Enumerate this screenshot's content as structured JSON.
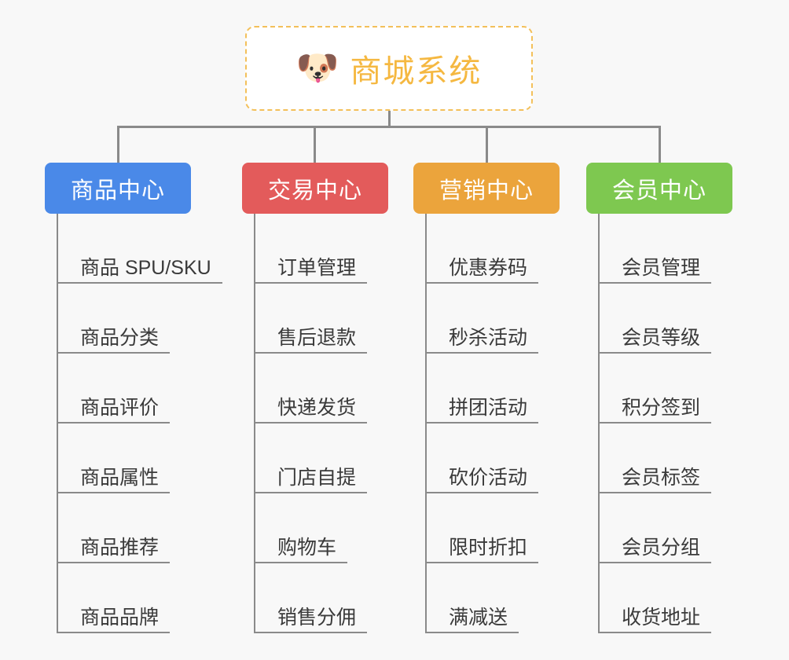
{
  "background_color": "#f8f8f8",
  "connector_color": "#8a8a8a",
  "root": {
    "icon": "dog-face-emoji",
    "emoji": "🐶",
    "title": "商城系统",
    "text_color": "#f5b841",
    "border_color": "#f3c05a",
    "fill_color": "#ffffff"
  },
  "branches": [
    {
      "id": "product-center",
      "label": "商品中心",
      "color": "#4a89e8",
      "items": [
        {
          "label": "商品 SPU/SKU"
        },
        {
          "label": "商品分类"
        },
        {
          "label": "商品评价"
        },
        {
          "label": "商品属性"
        },
        {
          "label": "商品推荐"
        },
        {
          "label": "商品品牌"
        }
      ]
    },
    {
      "id": "trade-center",
      "label": "交易中心",
      "color": "#e35b5b",
      "items": [
        {
          "label": "订单管理"
        },
        {
          "label": "售后退款"
        },
        {
          "label": "快递发货"
        },
        {
          "label": "门店自提"
        },
        {
          "label": "购物车"
        },
        {
          "label": "销售分佣"
        }
      ]
    },
    {
      "id": "marketing-center",
      "label": "营销中心",
      "color": "#eba43c",
      "items": [
        {
          "label": "优惠券码"
        },
        {
          "label": "秒杀活动"
        },
        {
          "label": "拼团活动"
        },
        {
          "label": "砍价活动"
        },
        {
          "label": "限时折扣"
        },
        {
          "label": "满减送"
        }
      ]
    },
    {
      "id": "member-center",
      "label": "会员中心",
      "color": "#7ec850",
      "items": [
        {
          "label": "会员管理"
        },
        {
          "label": "会员等级"
        },
        {
          "label": "积分签到"
        },
        {
          "label": "会员标签"
        },
        {
          "label": "会员分组"
        },
        {
          "label": "收货地址"
        }
      ]
    }
  ]
}
